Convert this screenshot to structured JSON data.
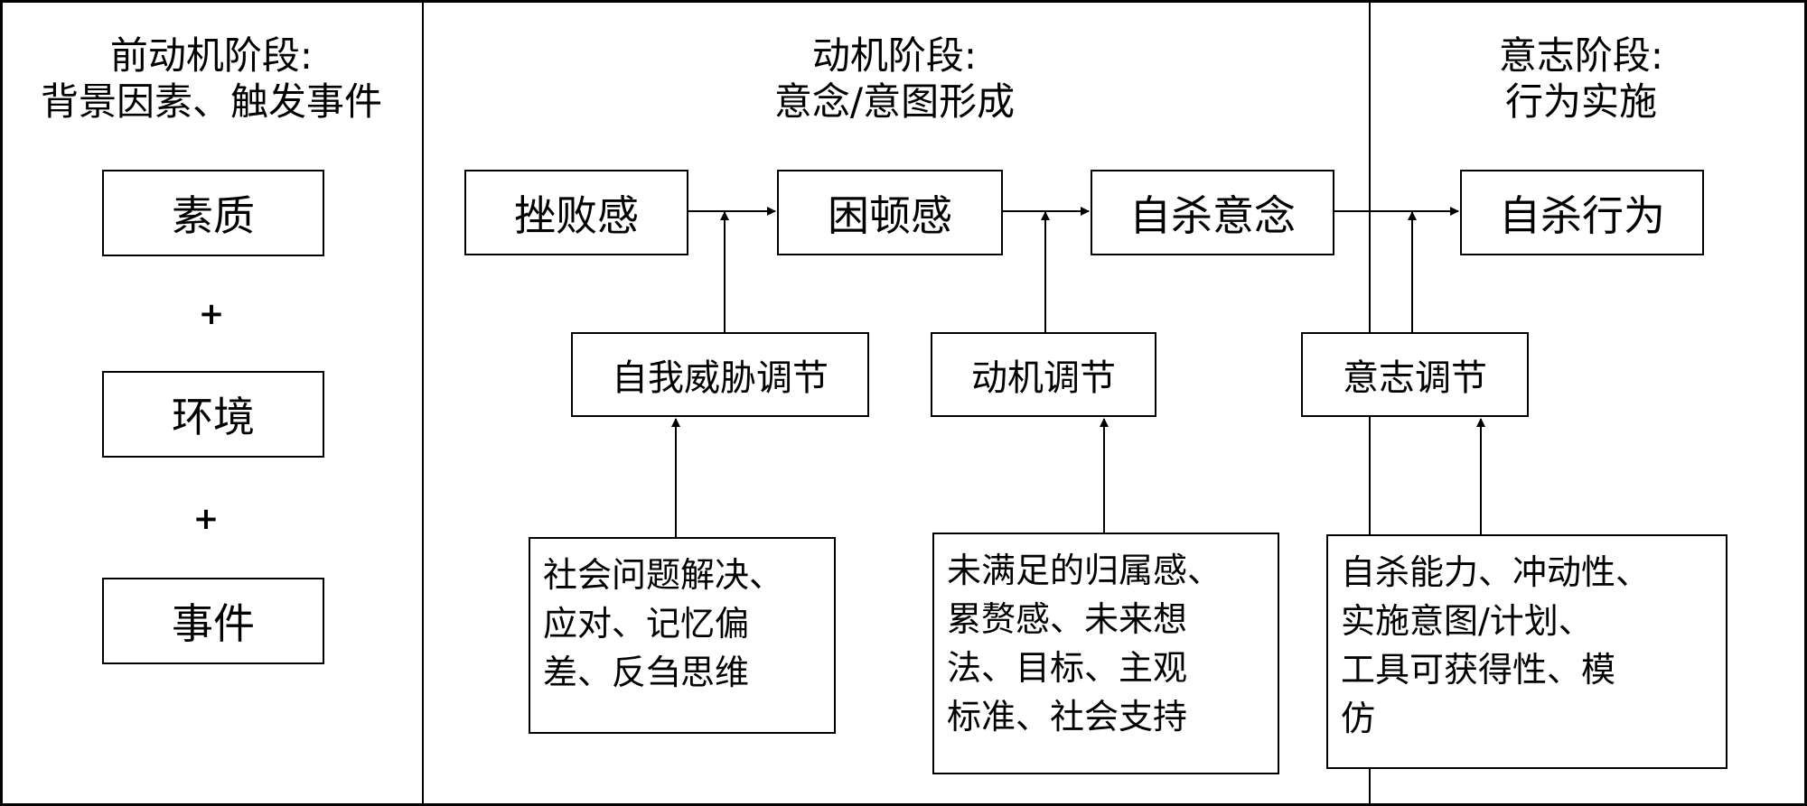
{
  "stages": {
    "pre": {
      "title": "前动机阶段:",
      "subtitle": "背景因素、触发事件"
    },
    "motivational": {
      "title": "动机阶段:",
      "subtitle": "意念/意图形成"
    },
    "volitional": {
      "title": "意志阶段:",
      "subtitle": "行为实施"
    }
  },
  "pre_factors": {
    "items": [
      "素质",
      "环境",
      "事件"
    ],
    "plus": "+"
  },
  "main_chain": [
    "挫败感",
    "困顿感",
    "自杀意念",
    "自杀行为"
  ],
  "moderators": [
    "自我威胁调节",
    "动机调节",
    "意志调节"
  ],
  "factors": {
    "self_threat": [
      "社会问题解决、",
      "应对、记忆偏",
      "差、反刍思维"
    ],
    "motivational": [
      "未满足的归属感、",
      "累赘感、未来想",
      "法、目标、主观",
      "标准、社会支持"
    ],
    "volitional": [
      "自杀能力、冲动性、",
      "实施意图/计划、",
      "工具可获得性、模",
      "仿"
    ]
  }
}
